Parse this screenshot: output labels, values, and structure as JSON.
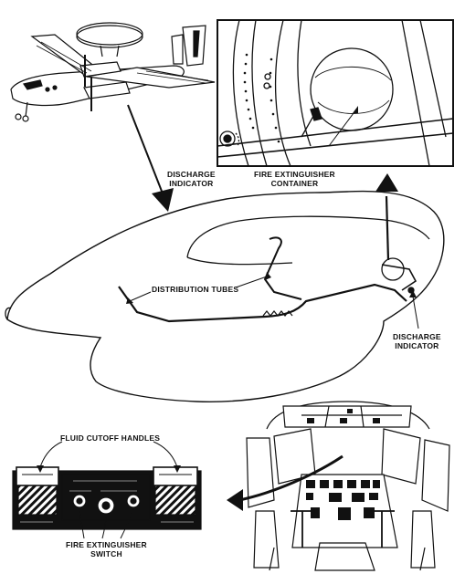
{
  "labels": {
    "discharge_indicator_top_l1": "DISCHARGE",
    "discharge_indicator_top_l2": "INDICATOR",
    "fire_extinguisher_container_l1": "FIRE EXTINGUISHER",
    "fire_extinguisher_container_l2": "CONTAINER",
    "distribution_tubes": "DISTRIBUTION TUBES",
    "discharge_indicator_right_l1": "DISCHARGE",
    "discharge_indicator_right_l2": "INDICATOR",
    "fluid_cutoff_handles": "FLUID CUTOFF HANDLES",
    "fire_extinguisher_switch_l1": "FIRE EXTINGUISHER",
    "fire_extinguisher_switch_l2": "SWITCH"
  },
  "icons": [
    "aircraft-illustration",
    "container-detail-inset",
    "nacelle-outline",
    "cockpit-illustration",
    "control-panel-illustration"
  ]
}
